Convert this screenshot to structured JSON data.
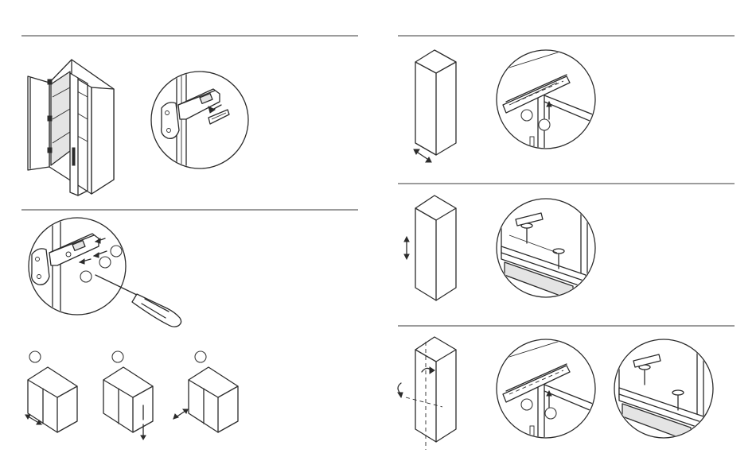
{
  "colors": {
    "line": "#2b2b2b",
    "panel_fill": "#e4e4e4",
    "background": "#ffffff"
  },
  "left_column": {
    "step_1": {
      "icons": [
        "open-cabinet-illustration",
        "hinge-detail-magnifier"
      ]
    },
    "step_2": {
      "icons": [
        "hinge-screw-adjustment-magnifier",
        "screwdriver-icon"
      ]
    },
    "step_3": {
      "options": [
        {
          "icon": "door-side-adjust-arrow-icon"
        },
        {
          "icon": "door-height-adjust-arrow-icon"
        },
        {
          "icon": "door-depth-adjust-arrow-icon"
        }
      ]
    }
  },
  "right_column": {
    "step_4": {
      "icons": [
        "cabinet-side-shift-illustration",
        "rail-bracket-magnifier"
      ]
    },
    "step_5": {
      "icons": [
        "cabinet-height-adjust-illustration",
        "leveling-feet-magnifier"
      ]
    },
    "step_6": {
      "icons": [
        "cabinet-rotate-illustration",
        "rail-bracket-magnifier",
        "leveling-feet-magnifier"
      ]
    }
  }
}
